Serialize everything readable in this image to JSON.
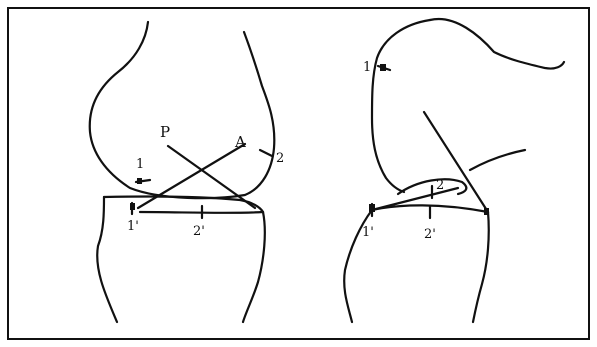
{
  "diagram": {
    "left_panel": {
      "labels": {
        "p": "P",
        "a": "A",
        "femur_1": "1",
        "femur_2": "2",
        "tibia_1": "1'",
        "tibia_2": "2'"
      }
    },
    "right_panel": {
      "labels": {
        "femur_1": "1",
        "femur_2": "2",
        "tibia_1": "1'",
        "tibia_2": "2'"
      }
    },
    "colors": {
      "ink": "#111111",
      "background": "#ffffff"
    }
  }
}
